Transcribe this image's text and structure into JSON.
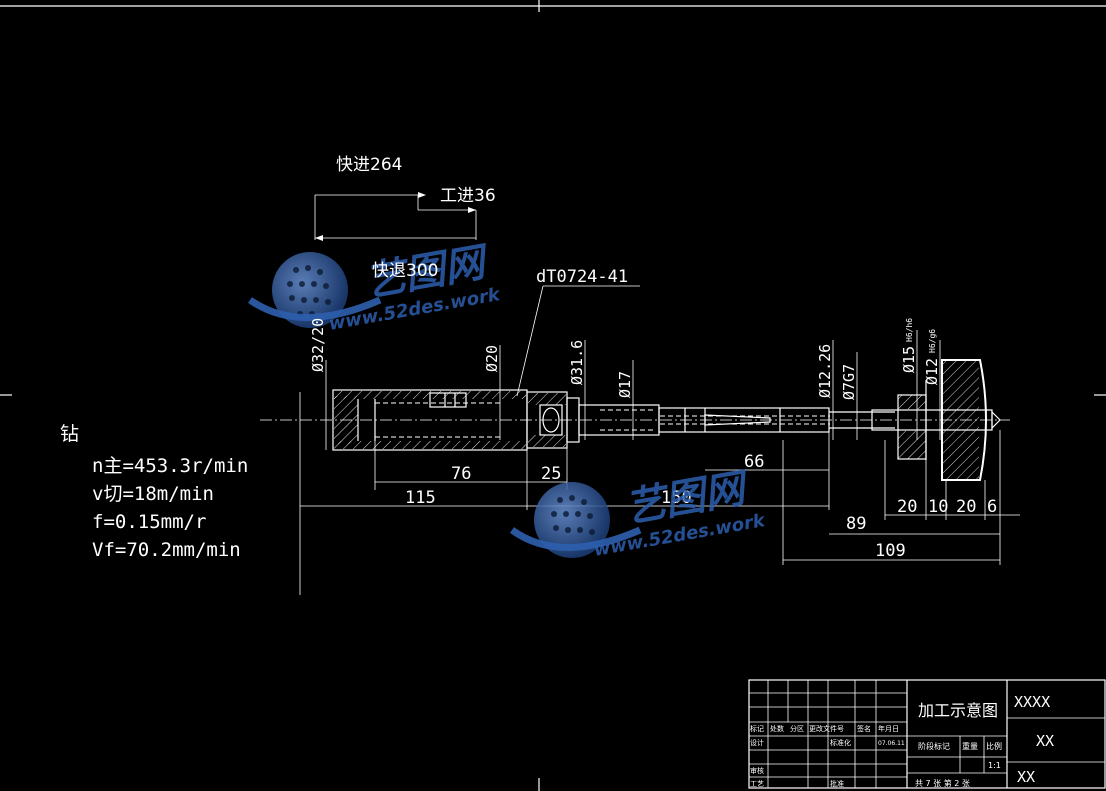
{
  "dimensions": {
    "rapid_advance": "快进264",
    "work_feed": "工进36",
    "rapid_return": "快退300",
    "tool_ref": "dT0724-41",
    "d_32_20": "Ø32/20",
    "d_20": "Ø20",
    "d_31_6": "Ø31.6",
    "d_17": "Ø17",
    "d_12_26": "Ø12.26",
    "d_7g7": "Ø7G7",
    "d_15": "Ø15",
    "d_15_tol": "H6/h6",
    "d_12": "Ø12",
    "d_12_tol": "H6/g6",
    "len_76": "76",
    "len_25": "25",
    "len_66": "66",
    "len_115": "115",
    "len_150": "150",
    "len_20a": "20",
    "len_10": "10",
    "len_20b": "20",
    "len_6": "6",
    "len_89": "89",
    "len_109": "109"
  },
  "process": {
    "title": "钻",
    "spindle_speed": "n主=453.3r/min",
    "cutting_speed": "v切=18m/min",
    "feed": "f=0.15mm/r",
    "feed_rate": "Vf=70.2mm/min"
  },
  "title_block": {
    "drawing_name": "加工示意图",
    "code": "XXXX",
    "part": "XX",
    "company": "XX",
    "col_mark": "标记",
    "col_count": "处数",
    "col_zone": "分区",
    "col_docno": "更改文件号",
    "col_sign": "签名",
    "col_date": "年月日",
    "design": "设计",
    "standardize": "标准化",
    "date_value": "07.06.11",
    "review": "审核",
    "process": "工艺",
    "approve": "批准",
    "stage_mark": "阶段标记",
    "weight": "重量",
    "scale": "比例",
    "scale_value": "1:1",
    "sheets": "共 7 张 第 2 张"
  },
  "watermark": {
    "brand": "艺图网",
    "url": "www.52des.work",
    "color": "#2d5fae"
  }
}
